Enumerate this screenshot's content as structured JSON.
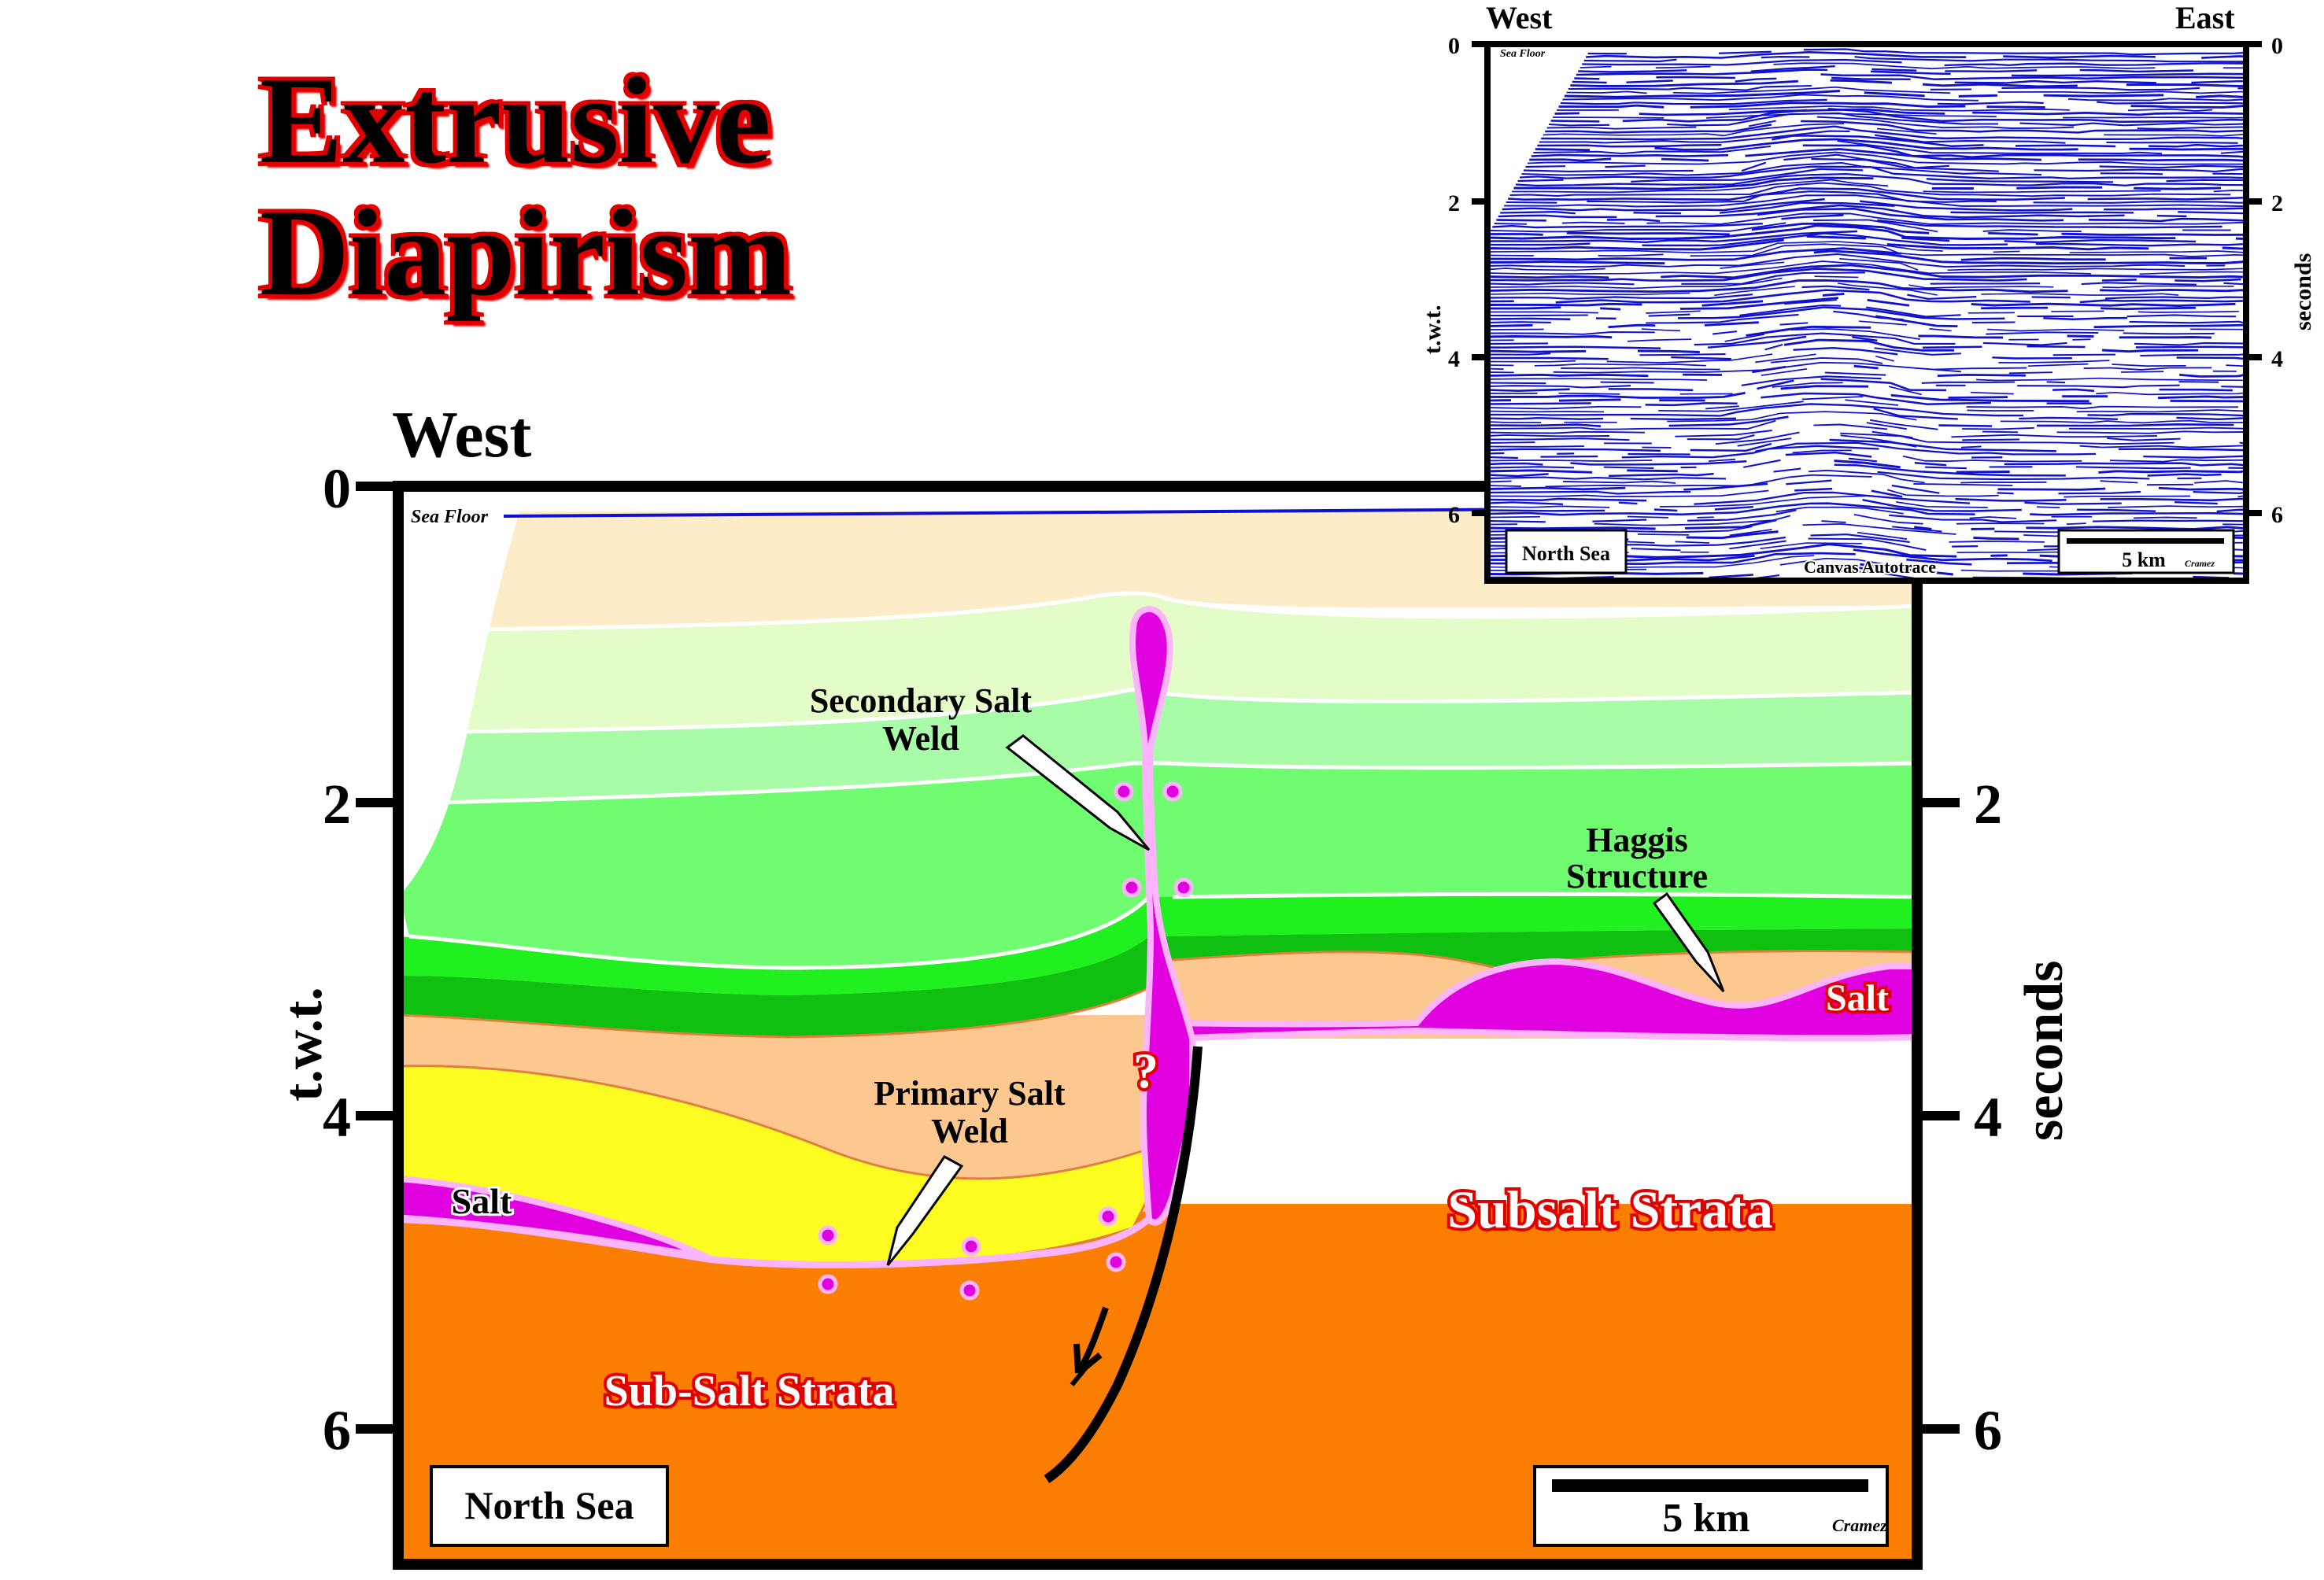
{
  "title": {
    "line1": "Extrusive",
    "line2": "Diapirism"
  },
  "main_section": {
    "direction_west": "West",
    "axis_left_label": "t.w.t.",
    "axis_right_label": "seconds",
    "ticks": [
      "0",
      "2",
      "4",
      "6"
    ],
    "sea_floor": "Sea Floor",
    "labels": {
      "secondary_weld_1": "Secondary Salt",
      "secondary_weld_2": "Weld",
      "haggis_1": "Haggis",
      "haggis_2": "Structure",
      "salt_right": "Salt",
      "salt_left": "Salt",
      "question": "?",
      "primary_weld_1": "Primary Salt",
      "primary_weld_2": "Weld",
      "subsalt_right": "Subsalt Strata",
      "subsalt_left": "Sub-Salt Strata"
    },
    "location": "North Sea",
    "scale": "5 km",
    "author": "Cramez"
  },
  "inset": {
    "west": "West",
    "east": "East",
    "axis_left_label": "t.w.t.",
    "axis_right_label": "seconds",
    "ticks": [
      "0",
      "2",
      "4",
      "6"
    ],
    "sea_floor": "Sea Floor",
    "location": "North Sea",
    "credit": "Canvas Autotrace",
    "scale": "5 km",
    "author": "Cramez"
  },
  "colors": {
    "layer1": "#fcecc8",
    "layer2": "#e4fcc8",
    "layer3": "#a8fca8",
    "layer4": "#70fc70",
    "layer5": "#20f020",
    "layer6": "#10c010",
    "pre_salt_tan": "#fcc890",
    "yellow": "#fcfc20",
    "subsalt": "#fc7e00",
    "salt": "#e000e0",
    "weld": "#fcb4fc",
    "seismic": "#1010d0",
    "label_red": "#e00000"
  }
}
